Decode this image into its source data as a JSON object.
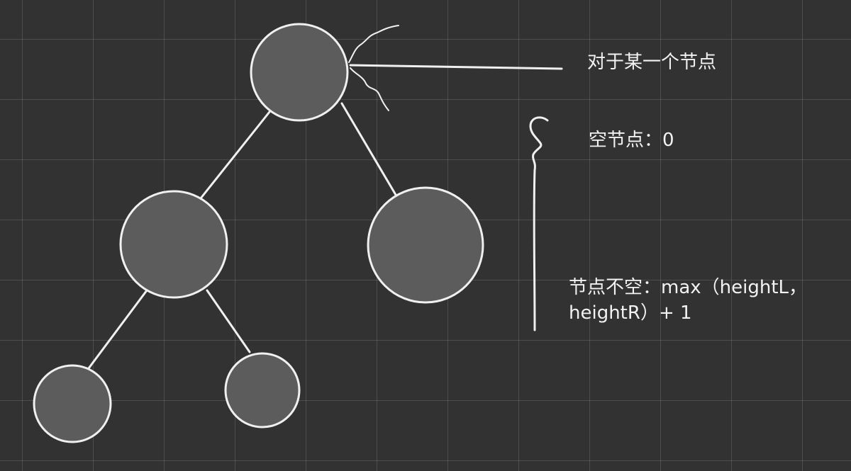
{
  "colors": {
    "background": "#323232",
    "grid": "#4a4a4a",
    "stroke": "#f0f0f0",
    "node_fill": "#5c5c5c",
    "text": "#f2f2f2"
  },
  "tree": {
    "nodes": [
      "root",
      "left",
      "right",
      "left-left",
      "left-right"
    ],
    "edges": [
      [
        "root",
        "left"
      ],
      [
        "root",
        "right"
      ],
      [
        "left",
        "left-left"
      ],
      [
        "left",
        "left-right"
      ]
    ]
  },
  "annotations": {
    "for_a_node": "对于某一个节点",
    "empty_node": "空节点：0",
    "non_empty_line1": "节点不空：max（heightL，",
    "non_empty_line2": "heightR）+ 1"
  }
}
